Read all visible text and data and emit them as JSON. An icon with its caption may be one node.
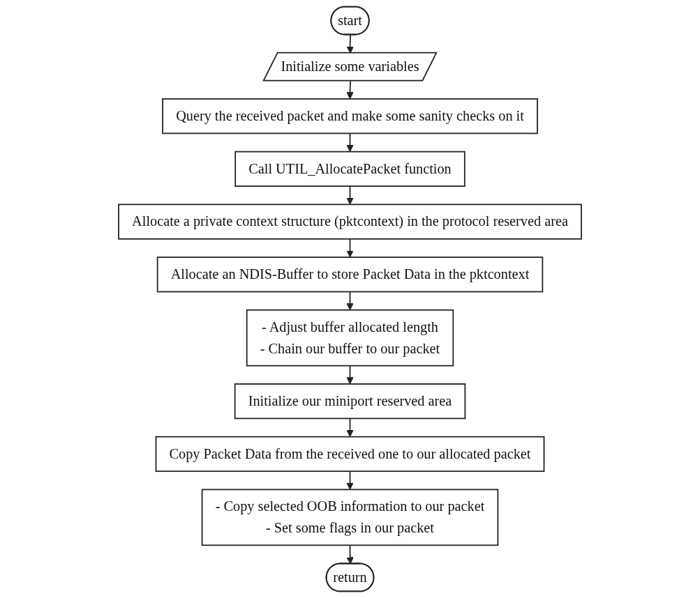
{
  "diagram": {
    "nodes": [
      {
        "text": [
          "start"
        ]
      },
      {
        "text": [
          "Initialize some variables"
        ]
      },
      {
        "text": [
          "Query the received packet and make some sanity checks on it"
        ]
      },
      {
        "text": [
          "Call UTIL_AllocatePacket function"
        ]
      },
      {
        "text": [
          "Allocate a private context structure (pktcontext) in the protocol reserved area"
        ]
      },
      {
        "text": [
          "Allocate an NDIS-Buffer to store Packet Data in the pktcontext"
        ]
      },
      {
        "text": [
          "- Adjust buffer allocated length",
          "- Chain our buffer to our packet"
        ]
      },
      {
        "text": [
          "Initialize our miniport reserved area"
        ]
      },
      {
        "text": [
          "Copy Packet Data from the received one to our allocated packet"
        ]
      },
      {
        "text": [
          "- Copy selected OOB information to our packet",
          "- Set some flags in our packet"
        ]
      },
      {
        "text": [
          "return"
        ]
      }
    ],
    "edges": [
      {
        "from": 0,
        "to": 1,
        "arrow": "to"
      },
      {
        "from": 1,
        "to": 2,
        "arrow": "to"
      },
      {
        "from": 2,
        "to": 3,
        "arrow": "to"
      },
      {
        "from": 3,
        "to": 4,
        "arrow": "to"
      },
      {
        "from": 4,
        "to": 5,
        "arrow": "to"
      },
      {
        "from": 5,
        "to": 6,
        "arrow": "to"
      },
      {
        "from": 6,
        "to": 7,
        "arrow": "to"
      },
      {
        "from": 7,
        "to": 8,
        "arrow": "to"
      },
      {
        "from": 8,
        "to": 9,
        "arrow": "to"
      },
      {
        "from": 9,
        "to": 10,
        "arrow": "to"
      }
    ]
  }
}
